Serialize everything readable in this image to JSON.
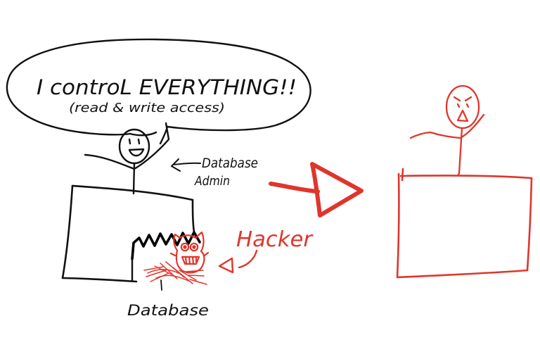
{
  "speech": {
    "main": "I controL EVERYTHING!!",
    "sub": "(read & write access)"
  },
  "labels": {
    "admin_line1": "Database",
    "admin_line2": "Admin",
    "hacker": "Hacker",
    "database": "Database"
  },
  "colors": {
    "ink": "#111111",
    "red": "#e0352b"
  }
}
